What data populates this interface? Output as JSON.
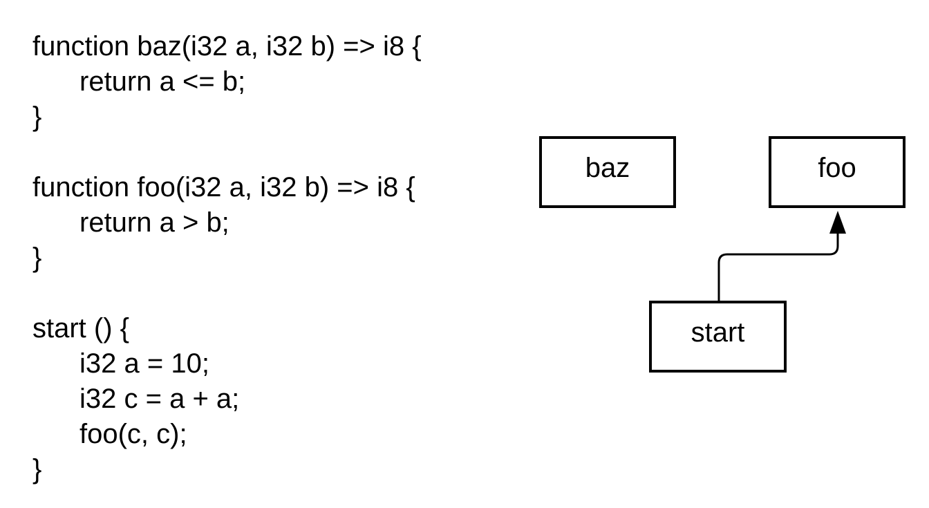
{
  "code": {
    "lines": [
      {
        "text": "function baz(i32 a, i32 b) => i8 {",
        "indent": 0
      },
      {
        "text": "return a <= b;",
        "indent": 1
      },
      {
        "text": "}",
        "indent": 0
      },
      {
        "text": "",
        "indent": 0
      },
      {
        "text": "function foo(i32 a, i32 b) => i8 {",
        "indent": 0
      },
      {
        "text": "return a > b;",
        "indent": 1
      },
      {
        "text": "}",
        "indent": 0
      },
      {
        "text": "",
        "indent": 0
      },
      {
        "text": "start () {",
        "indent": 0
      },
      {
        "text": "i32 a = 10;",
        "indent": 1
      },
      {
        "text": "i32 c = a + a;",
        "indent": 1
      },
      {
        "text": "foo(c, c);",
        "indent": 1
      },
      {
        "text": "}",
        "indent": 0
      }
    ]
  },
  "graph": {
    "nodes": {
      "baz": {
        "label": "baz"
      },
      "foo": {
        "label": "foo"
      },
      "start": {
        "label": "start"
      }
    },
    "edges": [
      {
        "from": "start",
        "to": "foo"
      }
    ],
    "colors": {
      "stroke": "#000000",
      "background": "#ffffff"
    }
  }
}
